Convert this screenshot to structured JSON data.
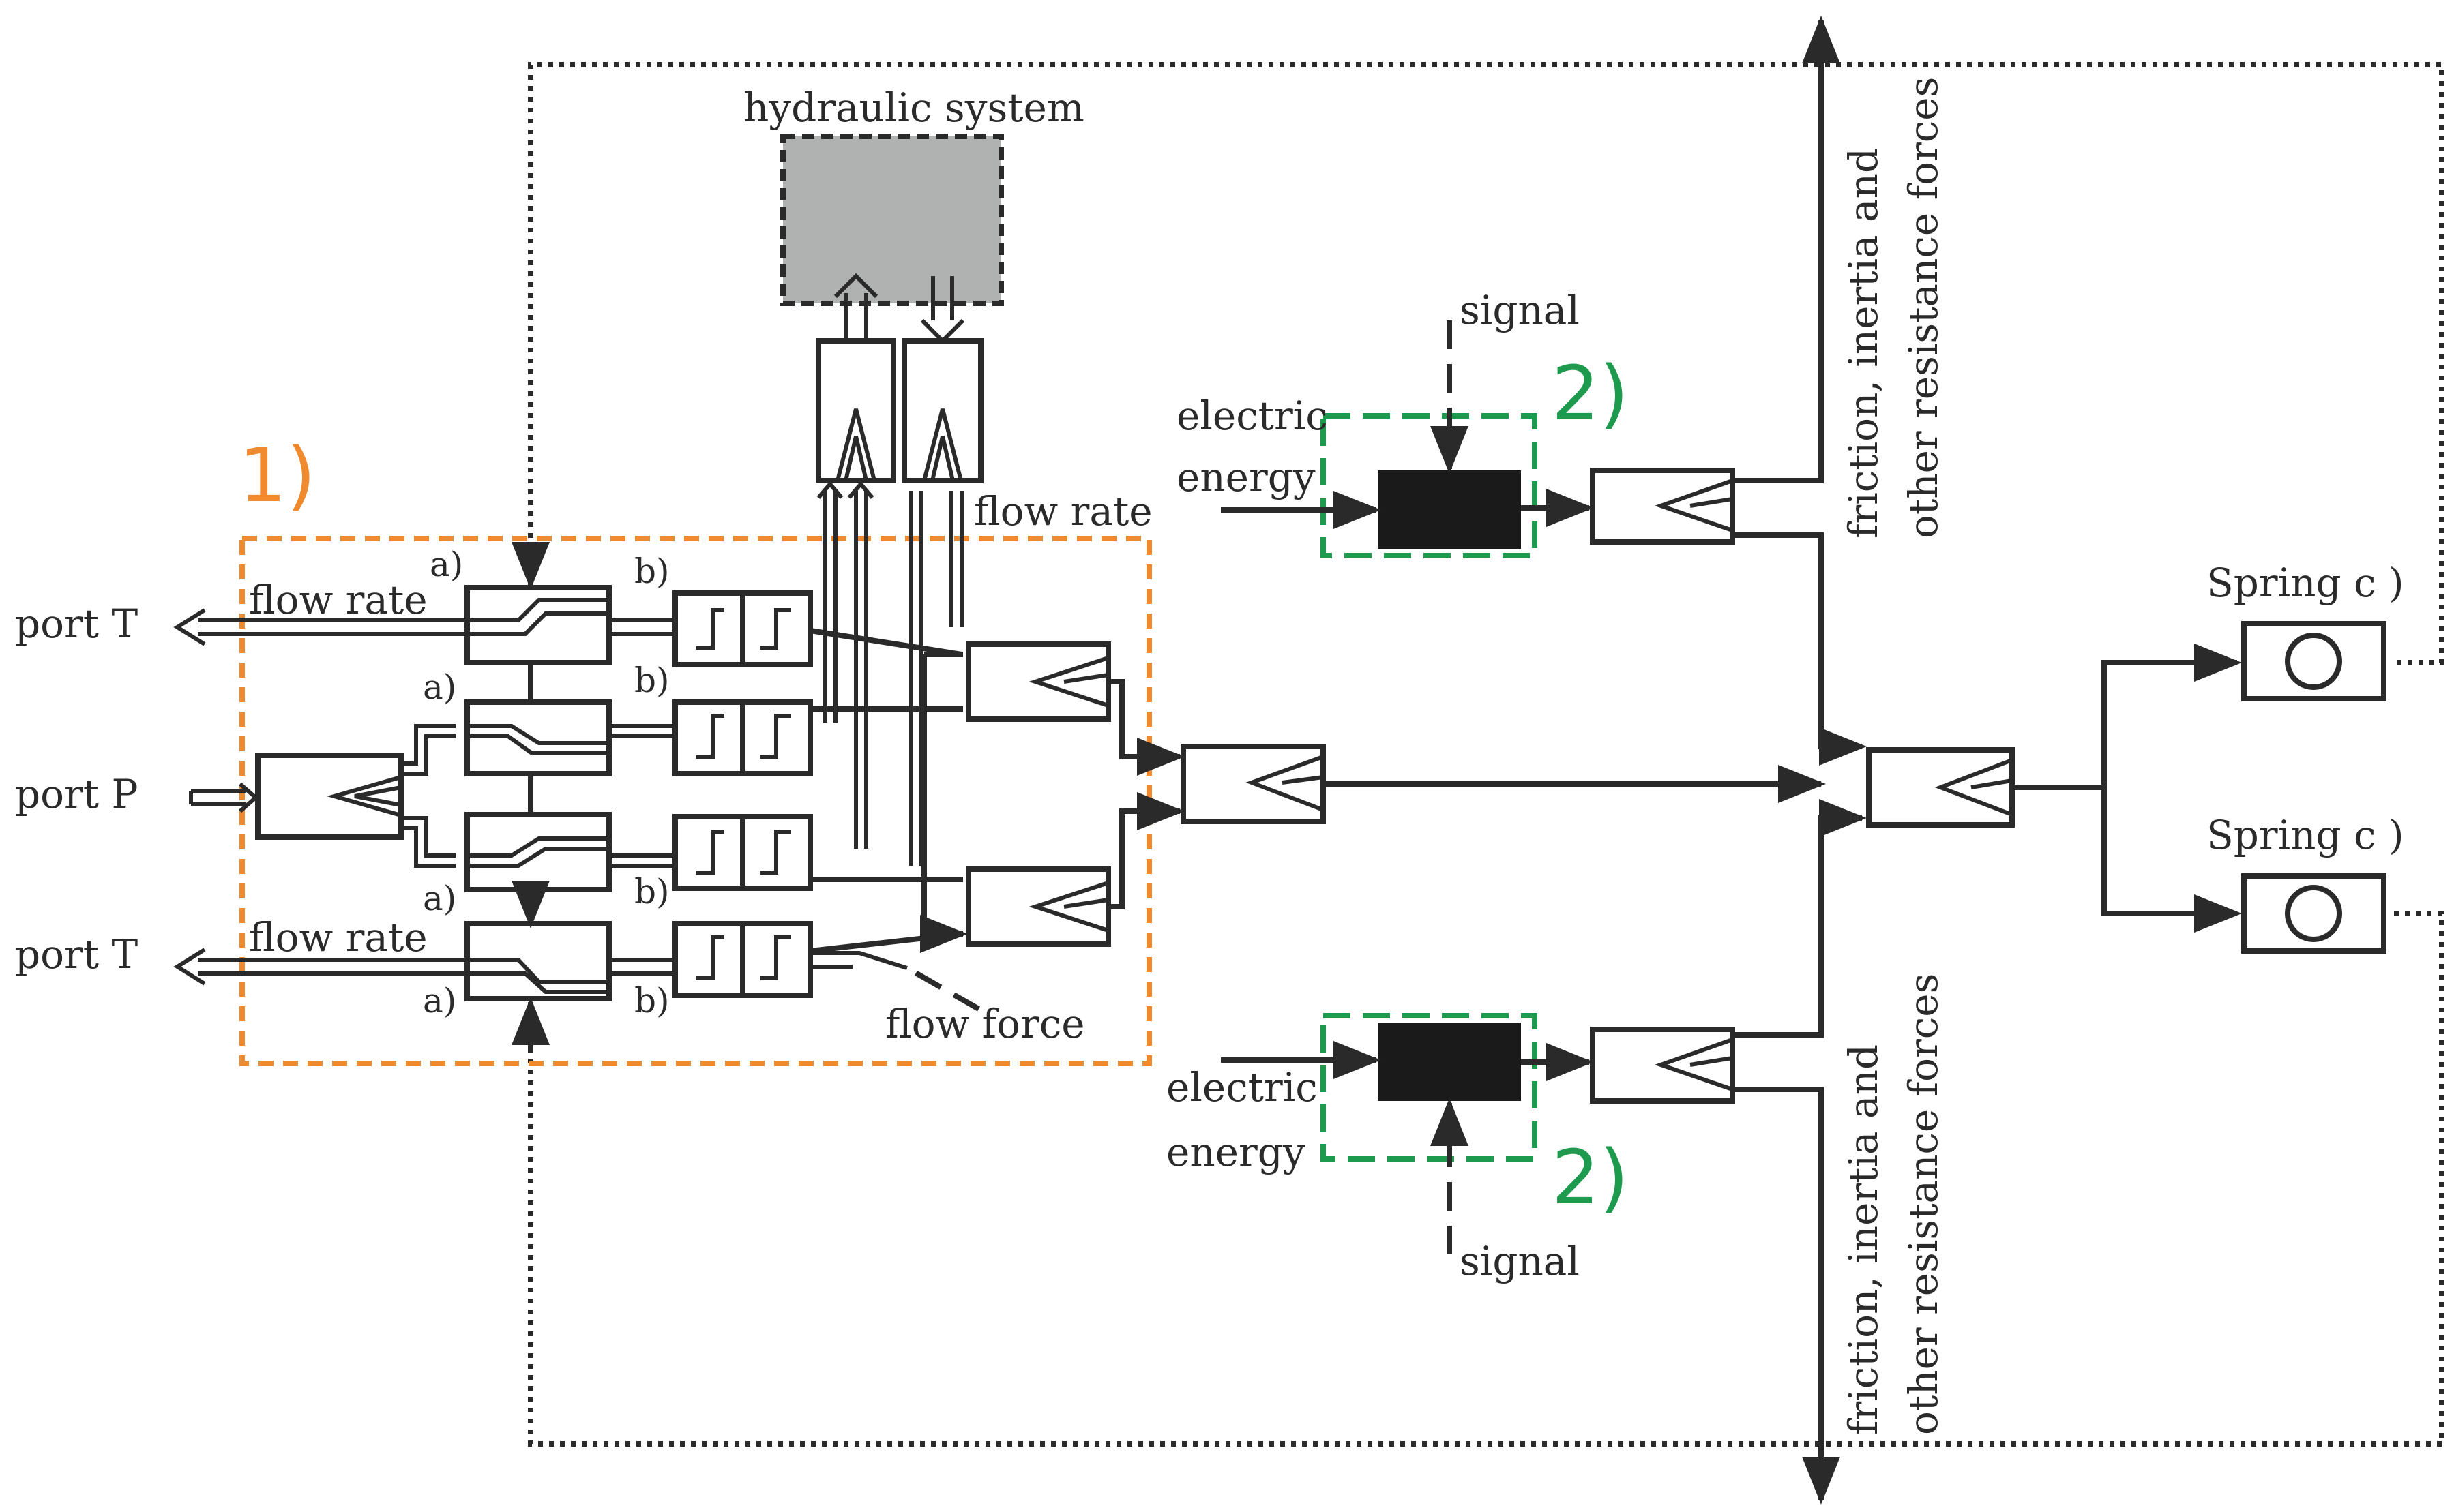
{
  "colors": {
    "ink": "#2a2a2a",
    "orange": "#ef8a2e",
    "green": "#1e9a4e",
    "grey_fill": "#b0b2b1"
  },
  "labels": {
    "hydraulic_system": "hydraulic system",
    "flow_rate_top": "flow rate",
    "flow_rate_upper_left": "flow rate",
    "flow_rate_lower_left": "flow rate",
    "flow_force": "flow force",
    "port_t_top": "port T",
    "port_p": "port P",
    "port_t_bottom": "port T",
    "signal_top": "signal",
    "signal_bottom": "signal",
    "electric_top": "electric",
    "energy_top": "energy",
    "electric_bottom": "electric",
    "energy_bottom": "energy",
    "spring_top": "Spring c )",
    "spring_bottom": "Spring c )",
    "resistance_top_line1": "friction, inertia and",
    "resistance_top_line2": "other resistance forces",
    "resistance_bottom_line1": "friction, inertia and",
    "resistance_bottom_line2": "other resistance forces",
    "region_1": "1)",
    "region_2_top": "2)",
    "region_2_bottom": "2)",
    "a1": "a)",
    "a2": "a)",
    "a3": "a)",
    "a4": "a)",
    "b1": "b)",
    "b2": "b)",
    "b3": "b)",
    "b4": "b)"
  }
}
